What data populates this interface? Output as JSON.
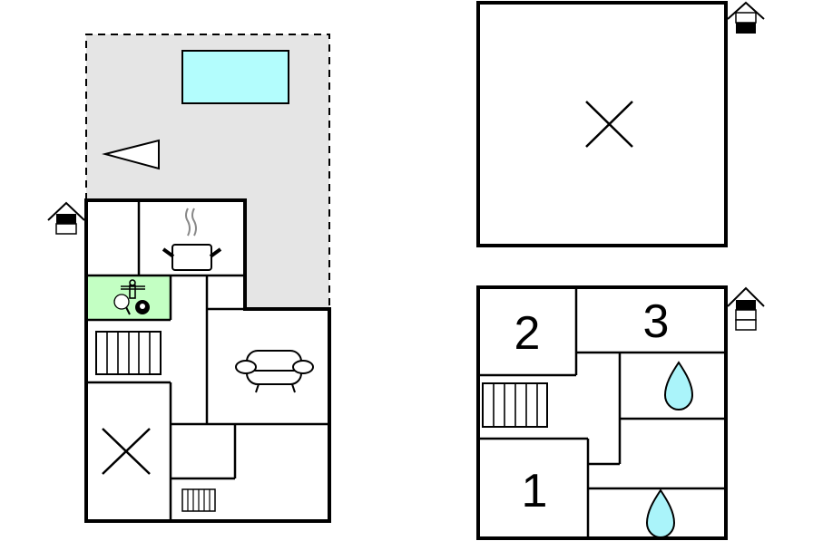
{
  "floorplan": {
    "colors": {
      "outdoor_area": "#e5e5e5",
      "pool": "#b3fdfd",
      "game_room": "#c3ffc3",
      "water_drop": "#aaf4fa",
      "wall": "#000000"
    },
    "ground_floor": {
      "icons": [
        "house-floor-indicator-icon",
        "pool-icon",
        "terrace-arrow-icon",
        "cooking-pot-icon",
        "game-room-icon",
        "stairs-icon",
        "sofa-icon",
        "unfinished-room-x-icon"
      ]
    },
    "upper_plan": {
      "icons": [
        "house-floor-indicator-icon",
        "unfinished-room-x-icon"
      ]
    },
    "first_floor": {
      "rooms": [
        {
          "label": "2"
        },
        {
          "label": "3"
        },
        {
          "label": "1"
        }
      ],
      "icons": [
        "house-floor-indicator-icon",
        "stairs-icon",
        "bathroom-drop-icon",
        "bathroom-drop-icon"
      ]
    }
  }
}
